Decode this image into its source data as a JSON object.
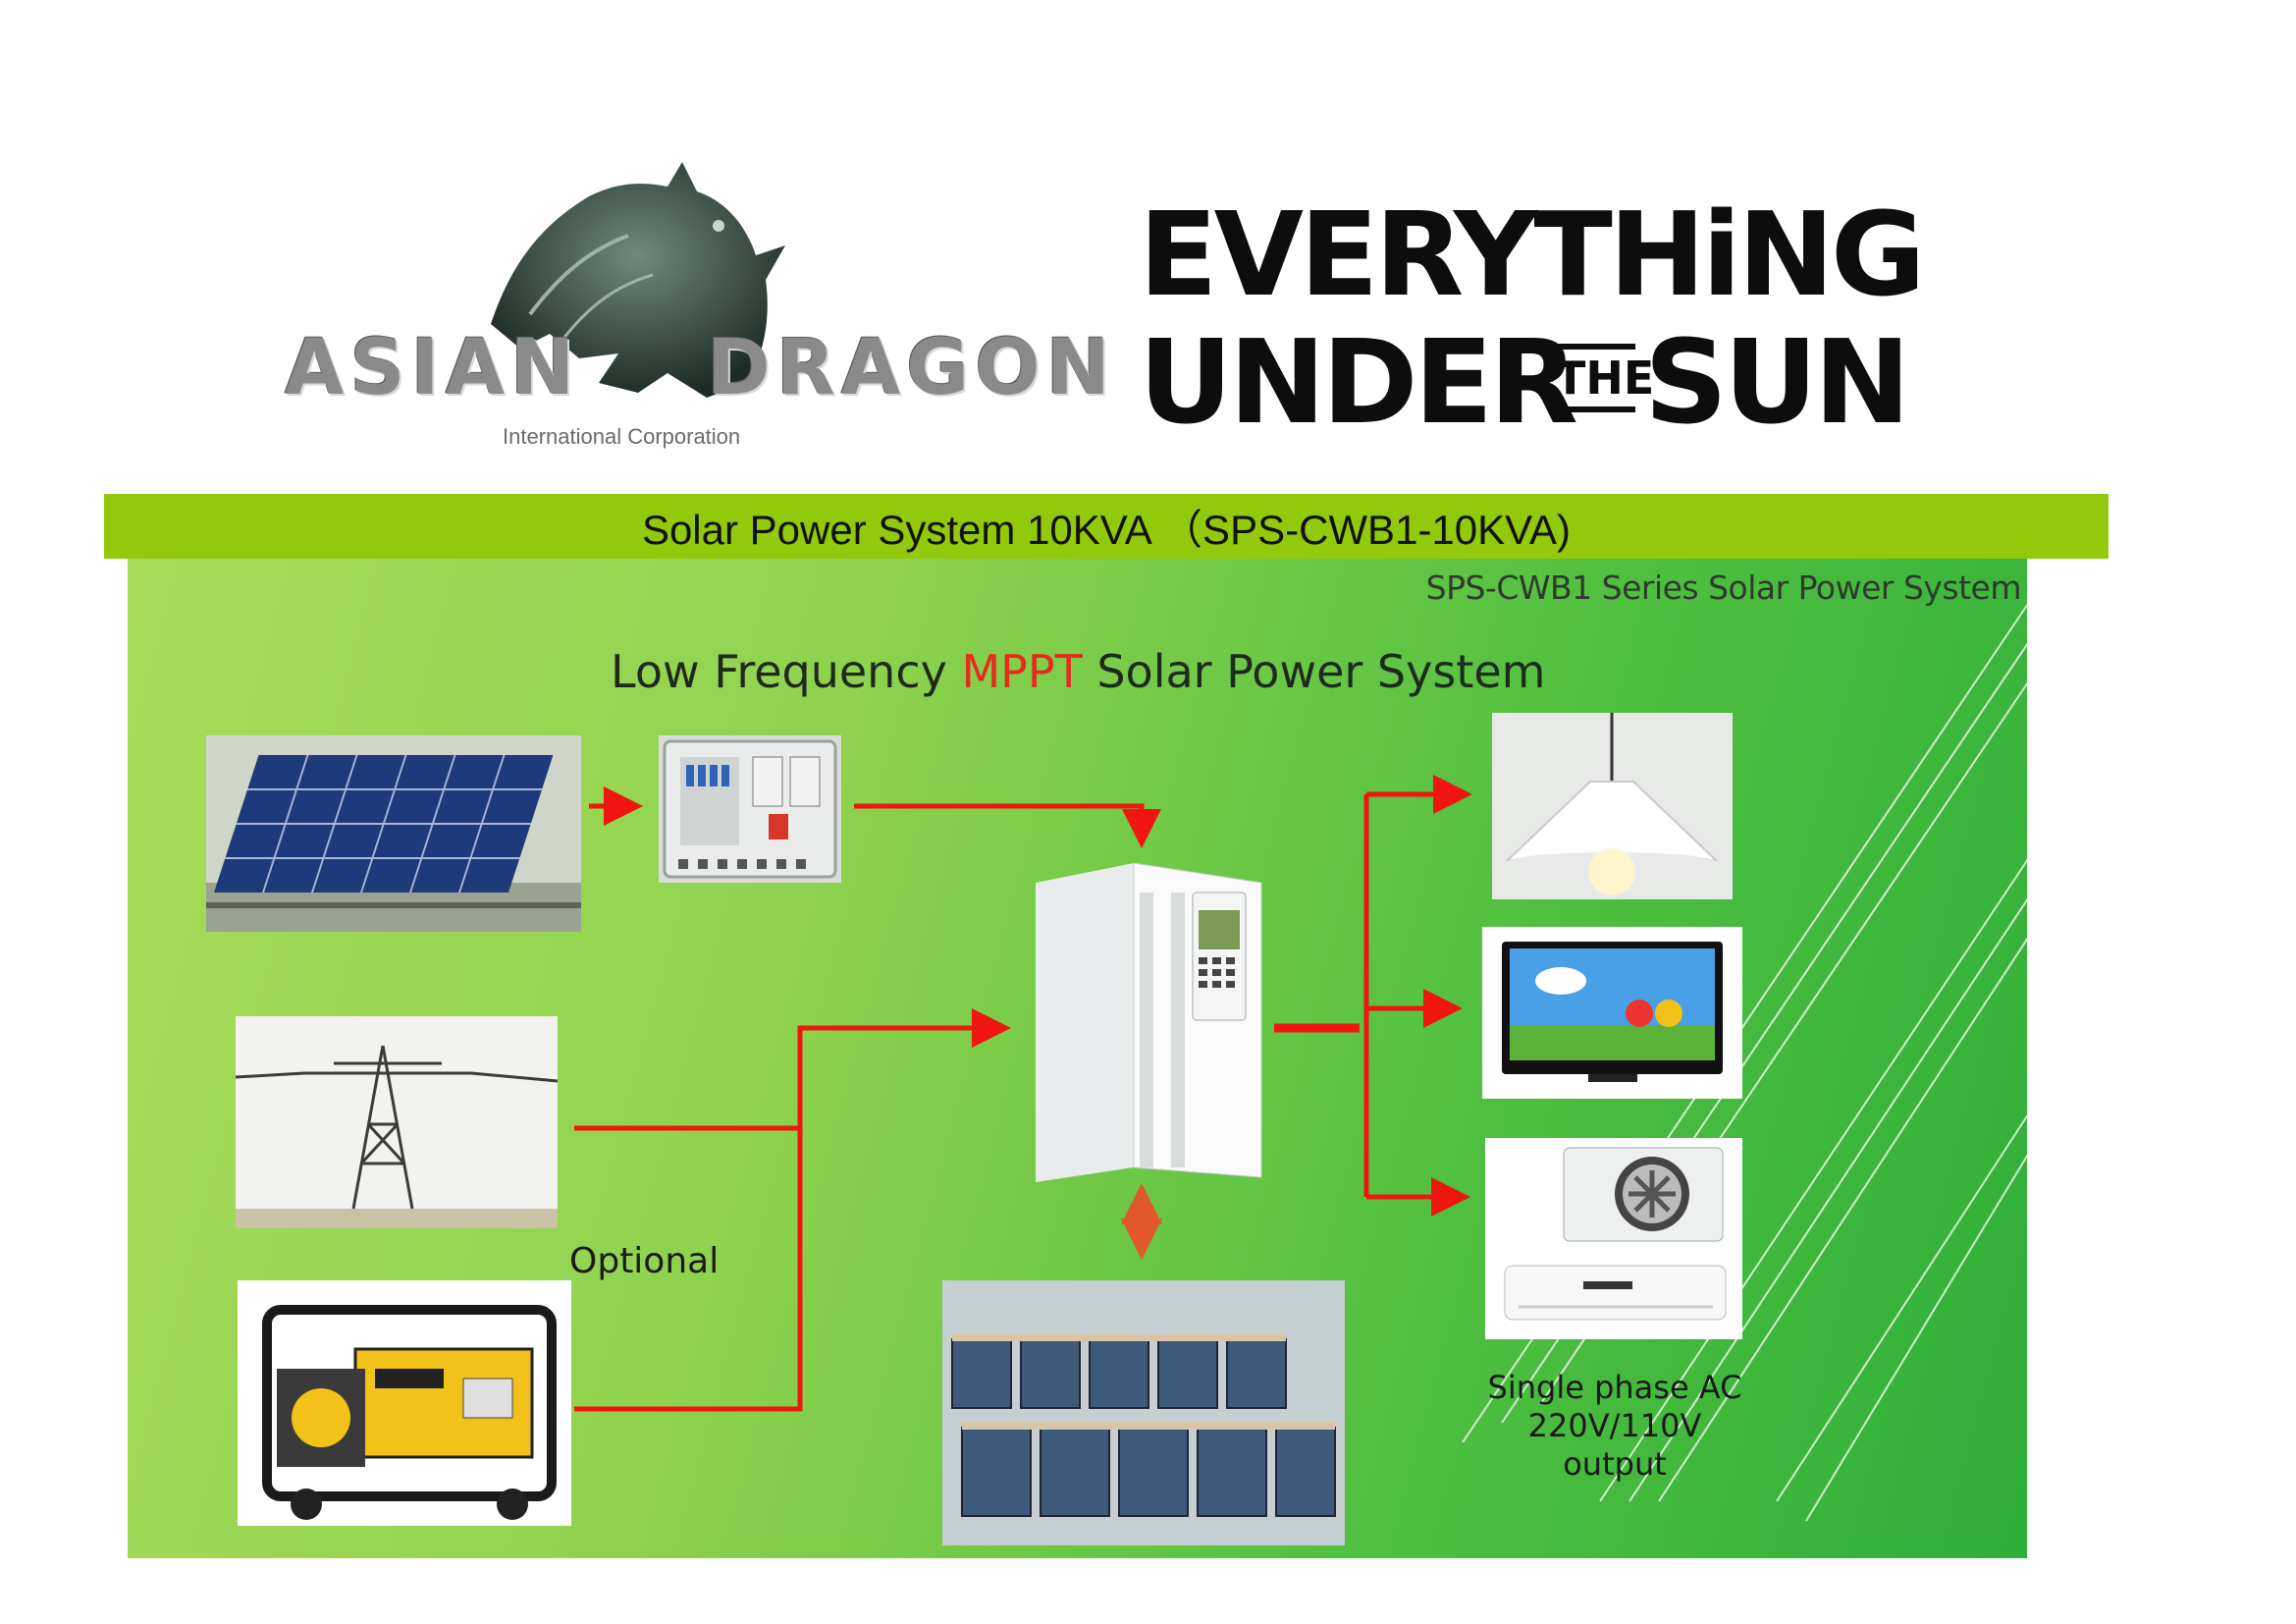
{
  "header": {
    "left_logo": {
      "brand_word_1": "ASIAN",
      "brand_word_2": "DRAGON",
      "brand_tagline": "International Corporation"
    },
    "right_logo": {
      "line_1": "EVERYTHiNG",
      "line_2_a": "UNDER",
      "line_2_the": "THE",
      "line_2_b": "SUN"
    }
  },
  "title_bar": {
    "text": "Solar Power System 10KVA （SPS-CWB1-10KVA)",
    "color": "#92c90a"
  },
  "diagram": {
    "series_title": "SPS-CWB1 Series Solar Power System",
    "main_title_pre": "Low Frequency ",
    "main_title_accent": "MPPT",
    "main_title_post": " Solar Power System",
    "optional_label": "Optional",
    "output_label_line1": "Single phase AC",
    "output_label_line2": "220V/110V output",
    "colors": {
      "arrow": "#f0160f",
      "battery_arrow": "#e2572b",
      "accent_text": "#e62b1e"
    },
    "components": {
      "solar_panel": {
        "icon": "solar-panel-icon"
      },
      "combiner_box": {
        "icon": "combiner-box-icon"
      },
      "inverter": {
        "icon": "inverter-icon"
      },
      "grid_tower": {
        "icon": "power-tower-icon"
      },
      "generator": {
        "icon": "generator-icon"
      },
      "battery_bank": {
        "icon": "battery-bank-icon"
      },
      "lamp": {
        "icon": "lamp-icon"
      },
      "tv": {
        "icon": "tv-icon"
      },
      "air_conditioner": {
        "icon": "air-conditioner-icon"
      }
    }
  }
}
